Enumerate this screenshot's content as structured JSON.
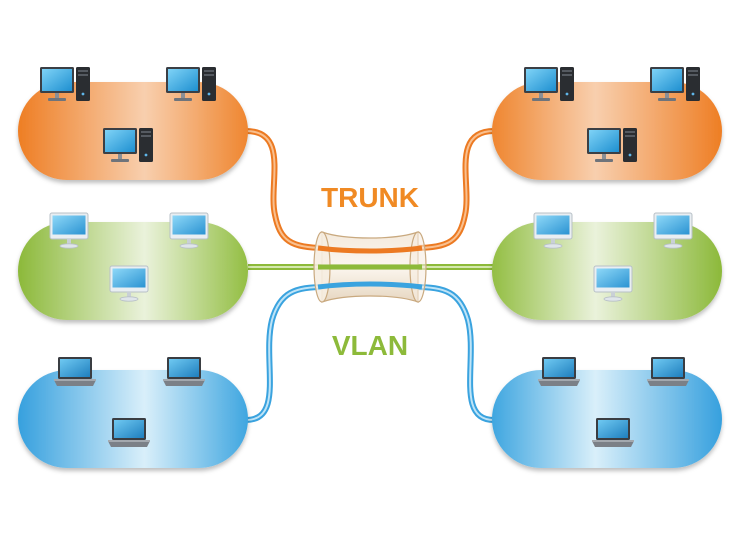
{
  "labels": {
    "trunk": "TRUNK",
    "vlan": "VLAN"
  },
  "colors": {
    "orange": "#EC7A22",
    "orange_light": "#F7C9A4",
    "green": "#8DBA3A",
    "green_light": "#E6EFD3",
    "blue": "#3AA3DF",
    "blue_light": "#D3ECF8",
    "trunk_text": "#F08A24",
    "vlan_text": "#8DBA3A",
    "tube": "#E7D7C2"
  },
  "groups": [
    {
      "name": "orange-left",
      "side": "left",
      "color": "orange",
      "device": "desktop-computer-icon"
    },
    {
      "name": "green-left",
      "side": "left",
      "color": "green",
      "device": "monitor-icon"
    },
    {
      "name": "blue-left",
      "side": "left",
      "color": "blue",
      "device": "laptop-icon"
    },
    {
      "name": "orange-right",
      "side": "right",
      "color": "orange",
      "device": "desktop-computer-icon"
    },
    {
      "name": "green-right",
      "side": "right",
      "color": "green",
      "device": "monitor-icon"
    },
    {
      "name": "blue-right",
      "side": "right",
      "color": "blue",
      "device": "laptop-icon"
    }
  ]
}
